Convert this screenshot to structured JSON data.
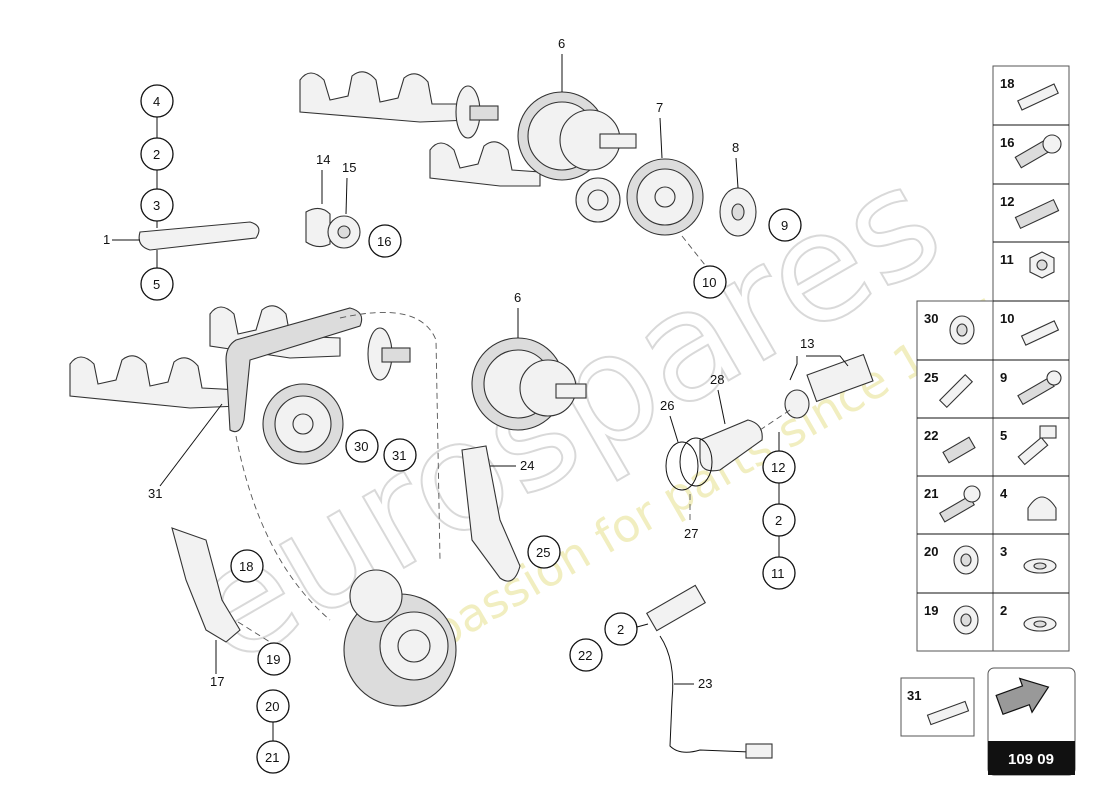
{
  "diagram": {
    "callouts": {
      "c4": "4",
      "c2a": "2",
      "c3": "3",
      "c1": "1",
      "c5": "5",
      "c6a": "6",
      "c7": "7",
      "c8": "8",
      "c9": "9",
      "c10": "10",
      "c14": "14",
      "c15": "15",
      "c16": "16",
      "c6b": "6",
      "c13": "13",
      "c28": "28",
      "c26": "26",
      "c27": "27",
      "c24": "24",
      "c25": "25",
      "c30": "30",
      "c31a": "31",
      "c31b": "31",
      "c12": "12",
      "c2b": "2",
      "c11": "11",
      "c18": "18",
      "c19": "19",
      "c17": "17",
      "c20": "20",
      "c21": "21",
      "c2c": "2",
      "c22": "22",
      "c23": "23"
    }
  },
  "legend": {
    "right_column": [
      "18",
      "16",
      "12",
      "11",
      "10",
      "9",
      "5",
      "4",
      "3",
      "2"
    ],
    "left_column": [
      "30",
      "25",
      "22",
      "21",
      "20",
      "19"
    ],
    "extra": "31"
  },
  "page_box": {
    "number": "109 09",
    "icon": "arrow-icon"
  },
  "watermark": {
    "line1": "eurospares",
    "line2": "a passion for parts since 1985"
  }
}
